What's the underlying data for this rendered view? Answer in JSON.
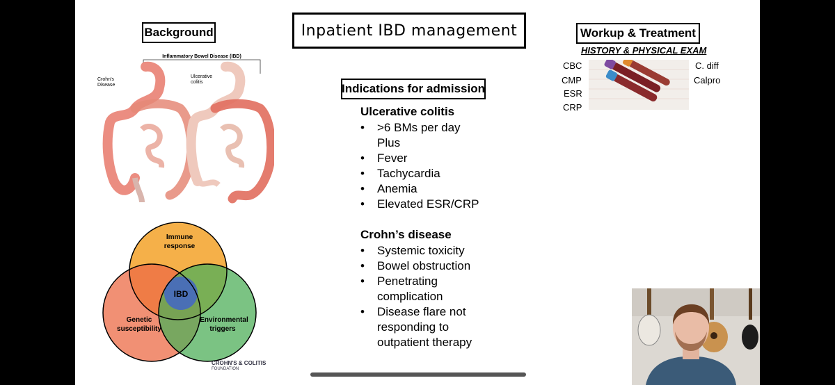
{
  "slide": {
    "title": "Inpatient IBD management",
    "background_heading": "Background",
    "colon_diagram": {
      "title": "Inflammatory Bowel Disease (IBD)",
      "left_label_line1": "Crohn's",
      "left_label_line2": "Disease",
      "right_label_line1": "Ulcerative",
      "right_label_line2": "colitis"
    },
    "venn": {
      "top_line1": "Immune",
      "top_line2": "response",
      "center": "IBD",
      "left_line1": "Genetic",
      "left_line2": "susceptibility",
      "right_line1": "Environmental",
      "right_line2": "triggers",
      "logo_line1": "CROHN'S & COLITIS",
      "logo_line2": "FOUNDATION",
      "colors": {
        "top": "#f4ac3f",
        "left": "#ec6b46",
        "right": "#4faf5a",
        "center": "#4a6fb5"
      }
    },
    "indications": {
      "heading": "Indications for admission",
      "uc_heading": "Ulcerative colitis",
      "uc_items": [
        ">6 BMs per day",
        "Fever",
        "Tachycardia",
        "Anemia",
        "Elevated ESR/CRP"
      ],
      "uc_plus": "Plus",
      "cd_heading": "Crohn’s disease",
      "cd_items": [
        "Systemic toxicity",
        "Bowel obstruction",
        "Penetrating",
        "Disease flare not"
      ],
      "cd_item3_cont": "complication",
      "cd_item4_cont1": "responding to",
      "cd_item4_cont2": "outpatient therapy",
      "bullet": "•"
    },
    "workup": {
      "heading": "Workup & Treatment",
      "subheading": "HISTORY & PHYSICAL EXAM",
      "labs_left": [
        "CBC",
        "CMP",
        "ESR",
        "CRP"
      ],
      "labs_right": [
        "C. diff",
        "Calpro"
      ]
    }
  },
  "video_thumbnail": {
    "icon": "presenter-video"
  }
}
